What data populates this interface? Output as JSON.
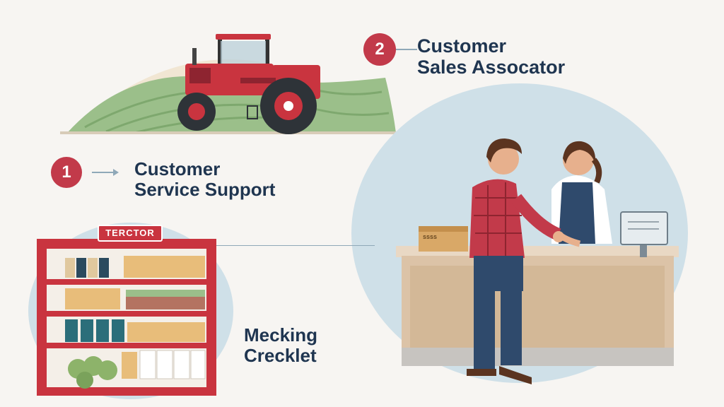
{
  "steps": [
    {
      "number": "1",
      "lines": [
        "Customer",
        "Service Support"
      ]
    },
    {
      "number": "2",
      "lines": [
        "Customer",
        "Sales Assocator"
      ]
    }
  ],
  "checklist_label": {
    "lines": [
      "Mecking",
      "Crecklet"
    ]
  },
  "shelf_sign": "TERCTOR",
  "counter_box_text": "ssss",
  "colors": {
    "accent": "#c23a4a",
    "label_text": "#1f3550",
    "bubble_blue": "#cfe0e8",
    "field_green": "#9bbf8a",
    "tractor_red": "#c9343f"
  }
}
